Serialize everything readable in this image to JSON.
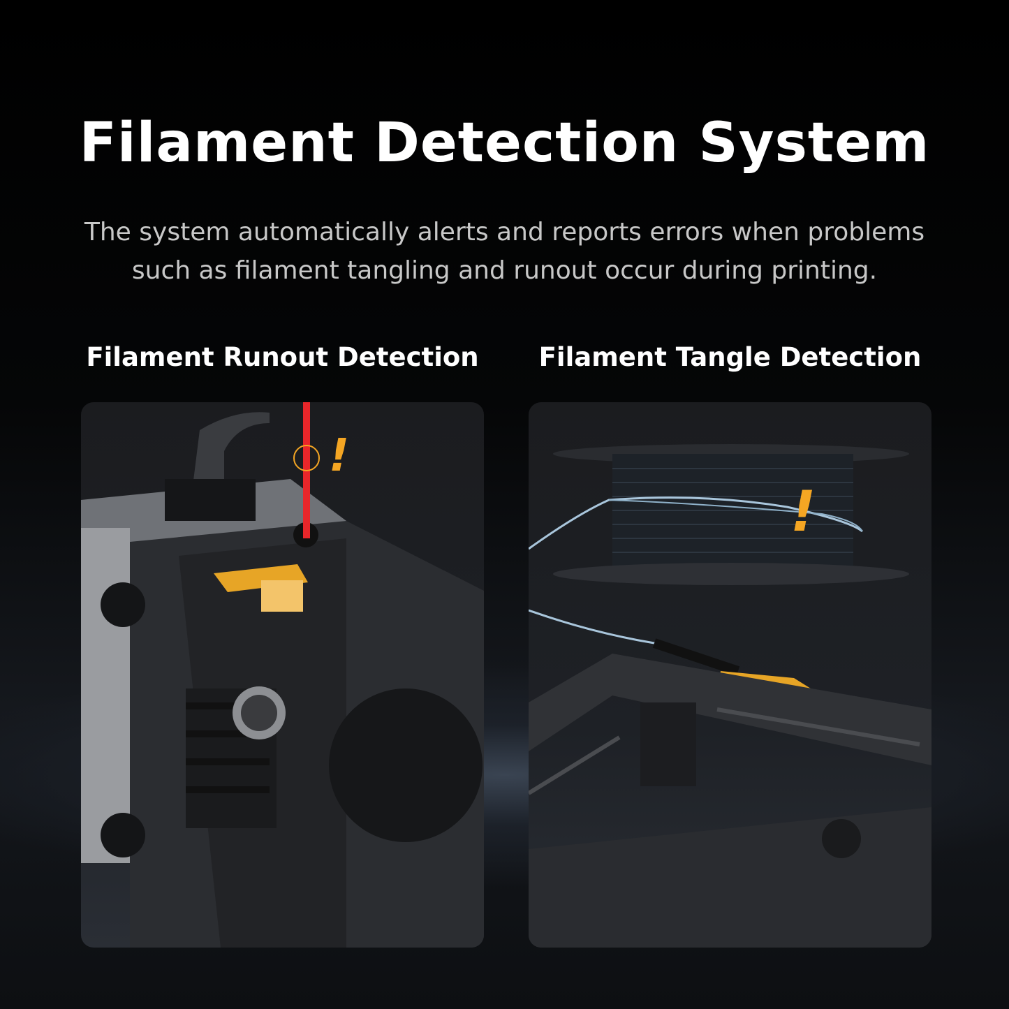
{
  "title": "Filament Detection System",
  "subtitle": {
    "line1": "The system automatically alerts and reports errors when problems",
    "line2": "such as filament tangling and runout occur during printing."
  },
  "panels": [
    {
      "heading": "Filament Runout Detection",
      "alert": "!"
    },
    {
      "heading": "Filament Tangle Detection",
      "alert": "!"
    }
  ],
  "colors": {
    "accent": "#f5a623",
    "filament_red": "#e8262a",
    "filament_blue": "#a9c6dc"
  }
}
